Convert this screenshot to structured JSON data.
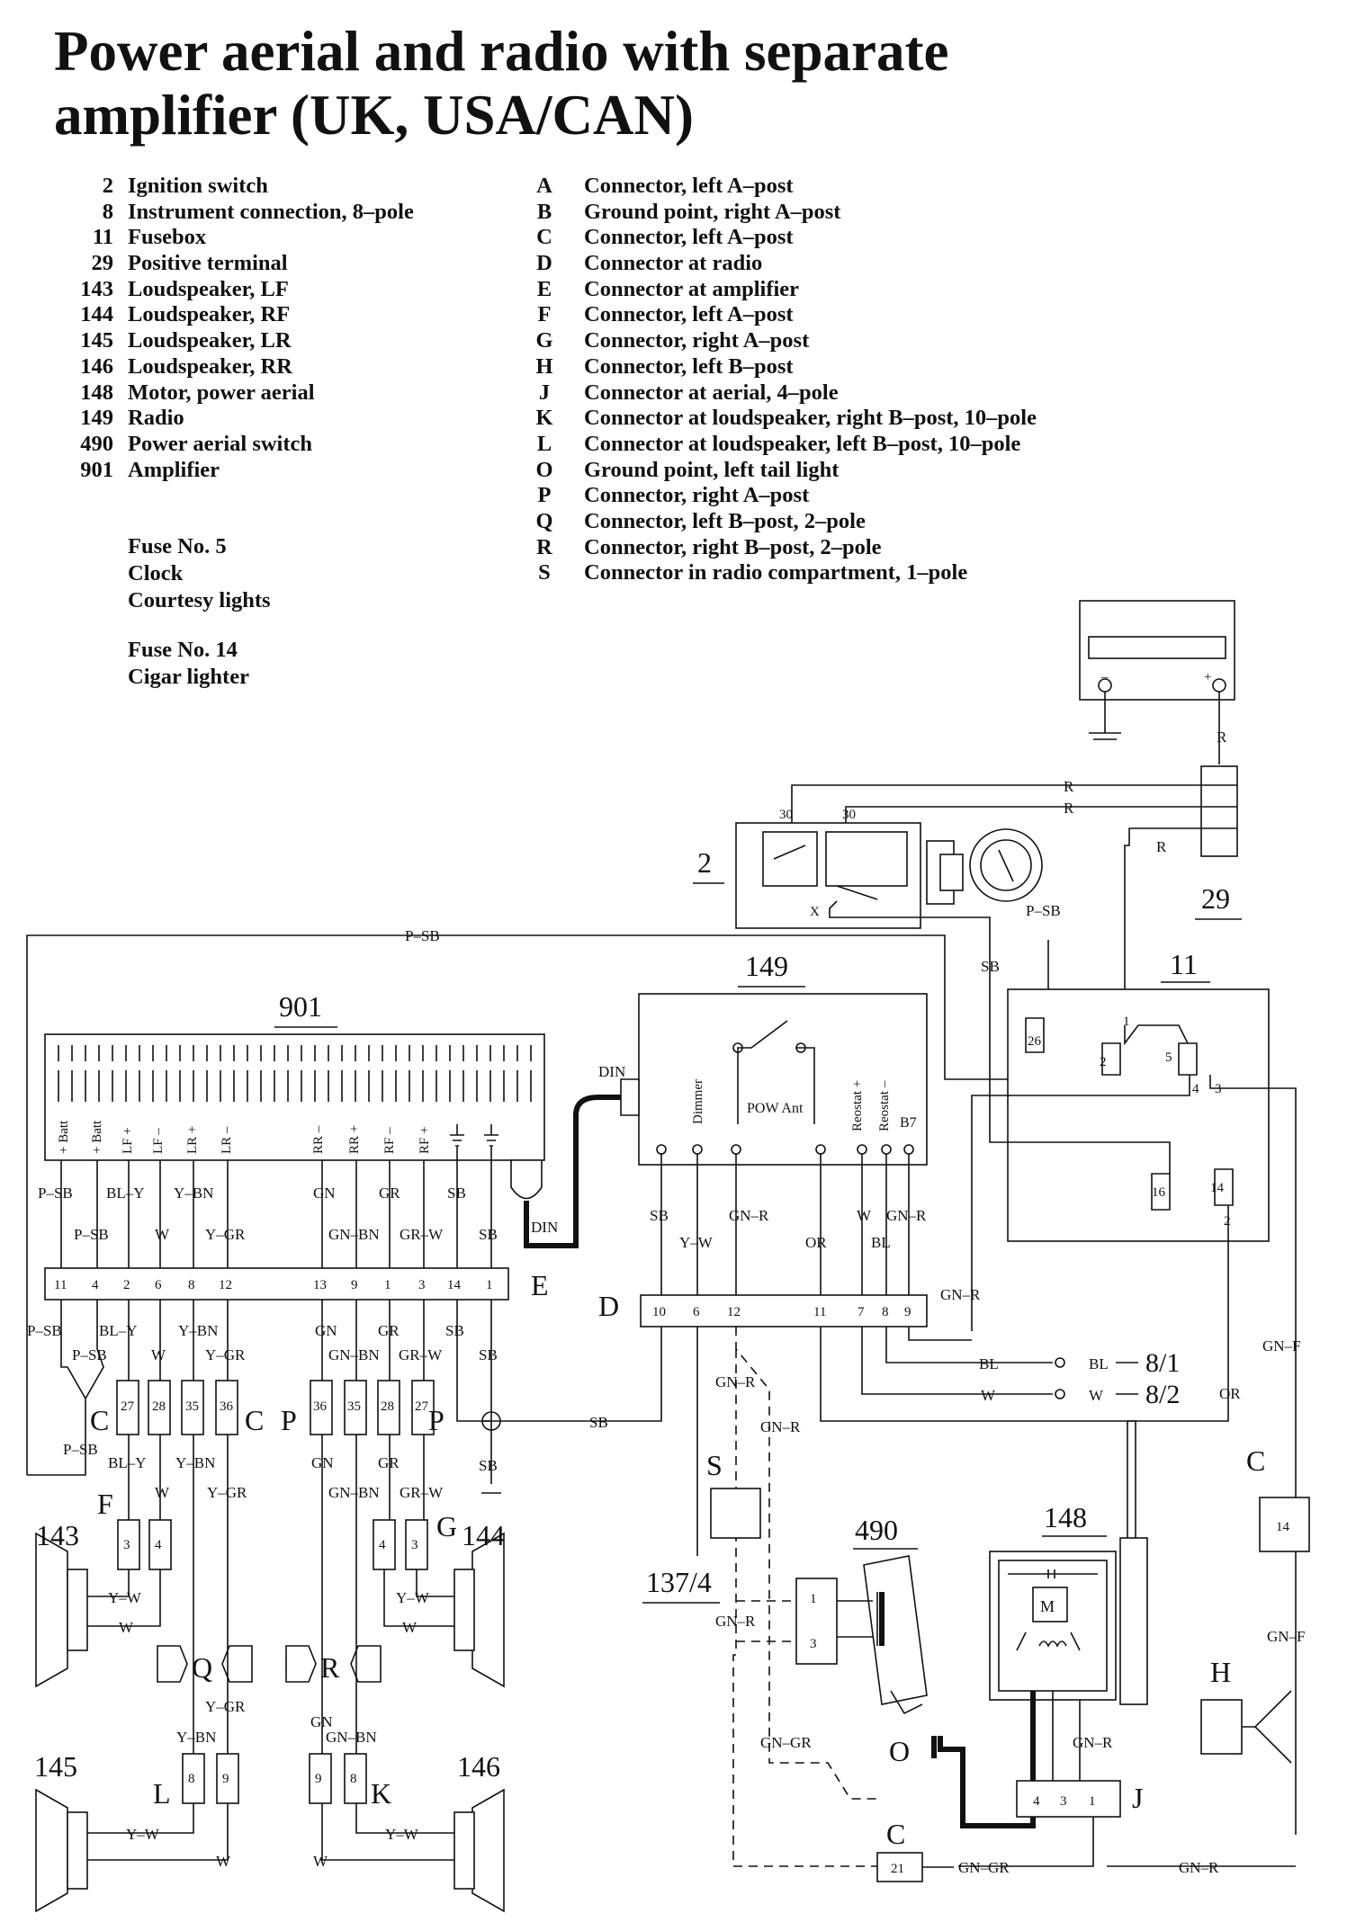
{
  "title": "Power aerial and radio with separate amplifier (UK, USA/CAN)",
  "components": [
    {
      "code": "2",
      "name": "Ignition switch"
    },
    {
      "code": "8",
      "name": "Instrument connection, 8–pole"
    },
    {
      "code": "11",
      "name": "Fusebox"
    },
    {
      "code": "29",
      "name": "Positive terminal"
    },
    {
      "code": "143",
      "name": "Loudspeaker, LF"
    },
    {
      "code": "144",
      "name": "Loudspeaker, RF"
    },
    {
      "code": "145",
      "name": "Loudspeaker, LR"
    },
    {
      "code": "146",
      "name": "Loudspeaker, RR"
    },
    {
      "code": "148",
      "name": "Motor, power aerial"
    },
    {
      "code": "149",
      "name": "Radio"
    },
    {
      "code": "490",
      "name": "Power aerial switch"
    },
    {
      "code": "901",
      "name": "Amplifier"
    }
  ],
  "connectors": [
    {
      "code": "A",
      "name": "Connector, left A–post"
    },
    {
      "code": "B",
      "name": "Ground point, right A–post"
    },
    {
      "code": "C",
      "name": "Connector, left A–post"
    },
    {
      "code": "D",
      "name": "Connector at radio"
    },
    {
      "code": "E",
      "name": "Connector at amplifier"
    },
    {
      "code": "F",
      "name": "Connector, left A–post"
    },
    {
      "code": "G",
      "name": "Connector, right A–post"
    },
    {
      "code": "H",
      "name": "Connector, left B–post"
    },
    {
      "code": "J",
      "name": "Connector at aerial, 4–pole"
    },
    {
      "code": "K",
      "name": "Connector at loudspeaker, right B–post, 10–pole"
    },
    {
      "code": "L",
      "name": "Connector at loudspeaker, left B–post, 10–pole"
    },
    {
      "code": "O",
      "name": "Ground point, left tail light"
    },
    {
      "code": "P",
      "name": "Connector, right A–post"
    },
    {
      "code": "Q",
      "name": "Connector, left B–post, 2–pole"
    },
    {
      "code": "R",
      "name": "Connector, right B–post, 2–pole"
    },
    {
      "code": "S",
      "name": "Connector in radio compartment, 1–pole"
    }
  ],
  "fuses": [
    {
      "heading": "Fuse No. 5",
      "items": [
        "Clock",
        "Courtesy lights"
      ]
    },
    {
      "heading": "Fuse No. 14",
      "items": [
        "Cigar lighter"
      ]
    }
  ],
  "diagram": {
    "amplifier": {
      "label": "901",
      "terminals": [
        "+ Batt",
        "+ Batt",
        "LF +",
        "LF –",
        "LR +",
        "LR –",
        "RR –",
        "RR +",
        "RF –",
        "RF +"
      ],
      "connector_label": "E",
      "pins": [
        "11",
        "4",
        "2",
        "6",
        "8",
        "12",
        "13",
        "9",
        "1",
        "3",
        "14",
        "1"
      ],
      "wires_top": [
        "P–SB",
        "BL–Y",
        "Y–BN",
        "GN",
        "GR",
        "SB"
      ],
      "wires_mid": [
        "P–SB",
        "W",
        "Y–GR",
        "GN–BN",
        "GR–W",
        "SB"
      ],
      "din_label": "DIN"
    },
    "radio": {
      "label": "149",
      "din_label": "DIN",
      "terminals": [
        "Dimmer",
        "POW Ant",
        "Reostat +",
        "Reostat –",
        "B7"
      ],
      "connector_label": "D",
      "pins": [
        "10",
        "6",
        "12",
        "11",
        "7",
        "8",
        "9"
      ],
      "wires_top": [
        "SB",
        "GN–R",
        "W",
        "GN–R"
      ],
      "wires_mid": [
        "Y–W",
        "OR",
        "BL"
      ]
    },
    "ignition": {
      "label": "2",
      "terminal_a": "30",
      "terminal_b": "30",
      "terminal_x": "X"
    },
    "battery": {
      "label": "29"
    },
    "fusebox": {
      "label": "11",
      "fuses": [
        "26",
        "2",
        "5",
        "16",
        "14"
      ],
      "pins": [
        "1",
        "4",
        "3",
        "2"
      ]
    },
    "instrument": {
      "conn_1": "8/1",
      "conn_2": "8/2"
    },
    "ref_137": "137/4",
    "switch_490": {
      "label": "490",
      "pins": [
        "1",
        "3"
      ]
    },
    "aerial": {
      "label": "148",
      "motor": "M",
      "connector_label": "J",
      "pins": [
        "4",
        "3",
        "1"
      ]
    },
    "connectors": {
      "C_left": {
        "label": "C",
        "pins": [
          "27",
          "28",
          "35",
          "36"
        ]
      },
      "P_right": {
        "label": "P",
        "pins": [
          "36",
          "35",
          "28",
          "27"
        ]
      },
      "F": {
        "label": "F",
        "pins": [
          "3",
          "4"
        ]
      },
      "G": {
        "label": "G",
        "pins": [
          "4",
          "3"
        ]
      },
      "L": {
        "label": "L",
        "pins": [
          "8",
          "9"
        ]
      },
      "K": {
        "label": "K",
        "pins": [
          "9",
          "8"
        ]
      },
      "Q": {
        "label": "Q"
      },
      "R": {
        "label": "R"
      },
      "S": {
        "label": "S"
      },
      "O": {
        "label": "O"
      },
      "H": {
        "label": "H"
      },
      "C_bottom": {
        "label": "C",
        "pin": "21"
      },
      "C_right": {
        "label": "C",
        "pin": "14"
      }
    },
    "speakers": {
      "lf": "143",
      "rf": "144",
      "lr": "145",
      "rr": "146"
    },
    "wire_colors": {
      "r": "R",
      "p_sb": "P–SB",
      "sb": "SB",
      "gn_r": "GN–R",
      "gn_gr": "GN–GR",
      "bl": "BL",
      "w": "W",
      "or": "OR",
      "y_w": "Y–W",
      "bl_y": "BL–Y",
      "y_bn": "Y–BN",
      "y_gr": "Y–GR",
      "gn": "GN",
      "gn_bn": "GN–BN",
      "gr": "GR",
      "gr_w": "GR–W",
      "gn_r_cut": "GN–F"
    }
  }
}
